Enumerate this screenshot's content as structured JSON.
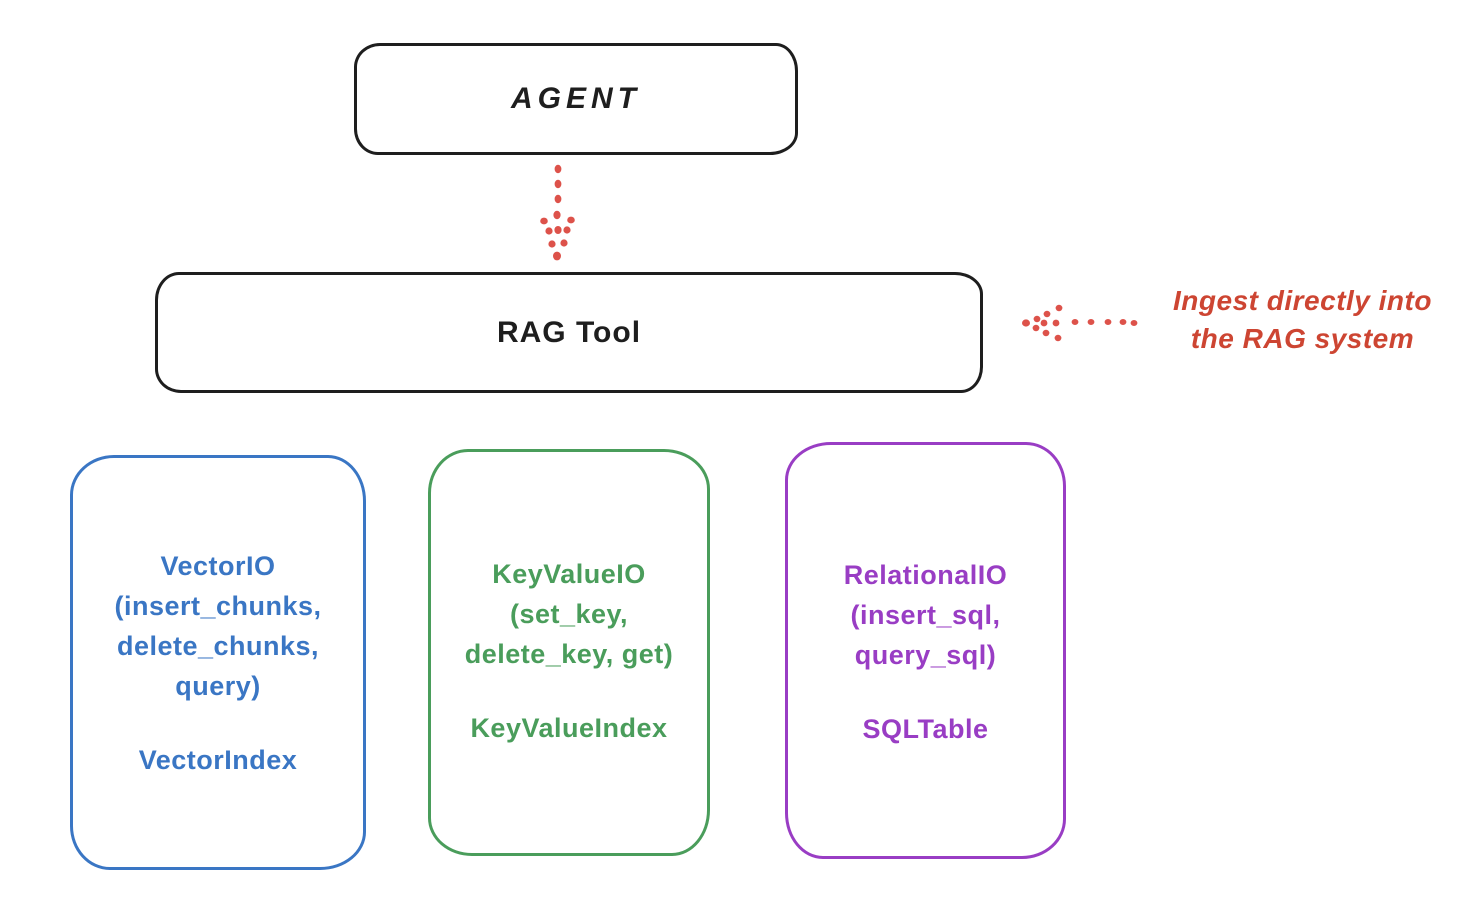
{
  "agent": {
    "label": "AGENT"
  },
  "rag_tool": {
    "label": "RAG Tool"
  },
  "annotation": {
    "line1": "Ingest directly into",
    "line2": "the RAG system",
    "color": "#cd4532"
  },
  "arrows": {
    "agent_to_rag": "dotted-arrow-down",
    "annotation_to_rag": "dotted-arrow-left",
    "color": "#dd524a"
  },
  "backends": [
    {
      "title": "VectorIO",
      "line2": "(insert_chunks,",
      "line3": "delete_chunks,",
      "line4": "query)",
      "index": "VectorIndex",
      "color": "#3a76c4"
    },
    {
      "title": "KeyValueIO",
      "line2": "(set_key,",
      "line3": "delete_key, get)",
      "line4": "",
      "index": "KeyValueIndex",
      "color": "#4a9d5b"
    },
    {
      "title": "RelationalIO",
      "line2": "(insert_sql,",
      "line3": "query_sql)",
      "line4": "",
      "index": "SQLTable",
      "color": "#993dc4"
    }
  ],
  "colors": {
    "node_stroke": "#1e1e1e",
    "background": "#ffffff"
  }
}
